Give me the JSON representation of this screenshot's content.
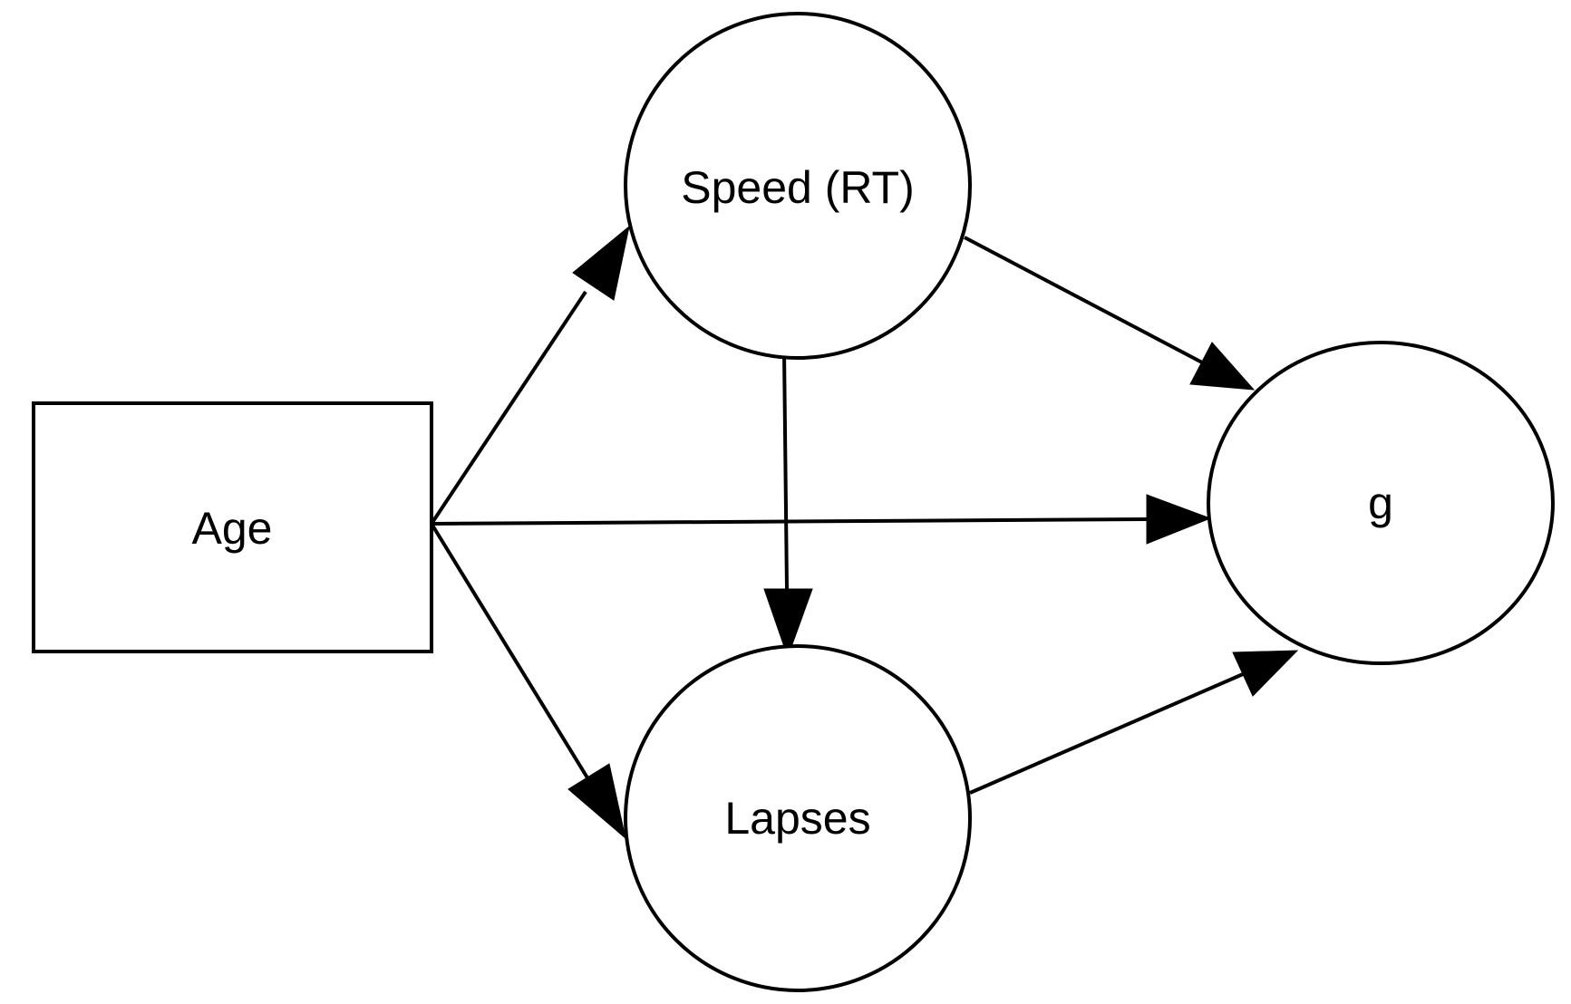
{
  "diagram": {
    "nodes": {
      "age": {
        "label": "Age",
        "shape": "rectangle"
      },
      "speed": {
        "label": "Speed (RT)",
        "shape": "circle"
      },
      "lapses": {
        "label": "Lapses",
        "shape": "circle"
      },
      "g": {
        "label": "g",
        "shape": "circle"
      }
    },
    "edges": [
      {
        "from": "age",
        "to": "speed"
      },
      {
        "from": "age",
        "to": "g"
      },
      {
        "from": "age",
        "to": "lapses"
      },
      {
        "from": "speed",
        "to": "lapses"
      },
      {
        "from": "speed",
        "to": "g"
      },
      {
        "from": "lapses",
        "to": "g"
      }
    ],
    "colors": {
      "stroke": "#000000",
      "fill": "#ffffff"
    }
  }
}
